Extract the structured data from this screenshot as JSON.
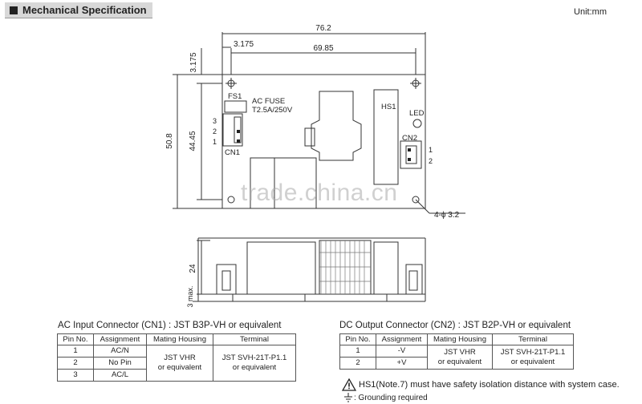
{
  "header": {
    "title": "Mechanical Specification",
    "unit": "Unit:mm"
  },
  "dimensions": {
    "overall_width": "76.2",
    "hole_offset": "3.175",
    "hole_spacing": "69.85",
    "top_offset": "3.175",
    "height": "50.8",
    "hole_height": "44.45",
    "holes": "4-ϕ 3.2",
    "side_height": "24",
    "max_pin": "3 max."
  },
  "board_labels": {
    "fs1": "FS1",
    "ac_fuse": "AC FUSE",
    "fuse_rating": "T2.5A/250V",
    "cn1": "CN1",
    "cn1_pins": [
      "3",
      "2",
      "1"
    ],
    "hs1": "HS1",
    "led": "LED",
    "cn2": "CN2",
    "cn2_pins": [
      "1",
      "2"
    ]
  },
  "watermark": "trade.china.cn",
  "ac_table": {
    "caption": "AC Input Connector (CN1) : JST B3P-VH or equivalent",
    "headers": [
      "Pin No.",
      "Assignment",
      "Mating Housing",
      "Terminal"
    ],
    "pins": [
      "1",
      "2",
      "3"
    ],
    "assignments": [
      "AC/N",
      "No Pin",
      "AC/L"
    ],
    "housing": [
      "JST VHR",
      "or equivalent"
    ],
    "terminal": [
      "JST SVH-21T-P1.1",
      "or equivalent"
    ]
  },
  "dc_table": {
    "caption": "DC Output Connector (CN2) : JST B2P-VH or equivalent",
    "headers": [
      "Pin No.",
      "Assignment",
      "Mating Housing",
      "Terminal"
    ],
    "pins": [
      "1",
      "2"
    ],
    "assignments": [
      "-V",
      "+V"
    ],
    "housing": [
      "JST VHR",
      "or equivalent"
    ],
    "terminal": [
      "JST SVH-21T-P1.1",
      "or equivalent"
    ]
  },
  "notes": {
    "hs1_note": "HS1(Note.7) must have safety isolation distance with system case.",
    "ground": ": Grounding required"
  }
}
